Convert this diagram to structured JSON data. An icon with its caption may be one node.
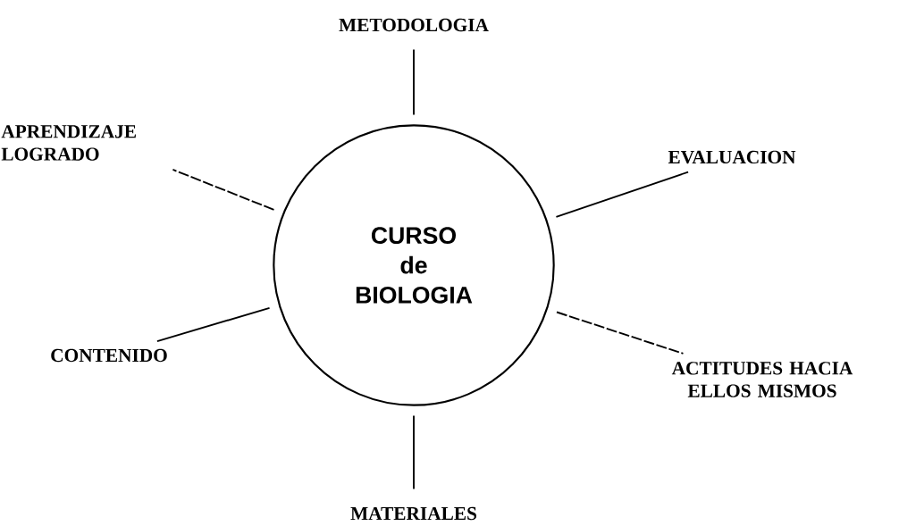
{
  "diagram": {
    "nodes": [
      {
        "text": [
          "METODOLOGIA"
        ]
      },
      {
        "text": [
          "APRENDIZAJE LOGRADO"
        ]
      },
      {
        "text": [
          "EVALUACION"
        ]
      },
      {
        "text": [
          "CURSO de BIOLOGIA"
        ]
      },
      {
        "text": [
          "CONTENIDO"
        ]
      },
      {
        "text": [
          "ACTITUDES HACIA ELLOS MISMOS"
        ]
      },
      {
        "text": [
          "MATERIALES"
        ]
      }
    ],
    "edges": [
      {
        "from": 3,
        "to": 0,
        "arrow": "none"
      },
      {
        "from": 3,
        "to": 1,
        "arrow": "none",
        "style": "dashed"
      },
      {
        "from": 3,
        "to": 2,
        "arrow": "none"
      },
      {
        "from": 3,
        "to": 4,
        "arrow": "none"
      },
      {
        "from": 3,
        "to": 5,
        "arrow": "none",
        "style": "dashed"
      },
      {
        "from": 3,
        "to": 6,
        "arrow": "none"
      }
    ]
  }
}
